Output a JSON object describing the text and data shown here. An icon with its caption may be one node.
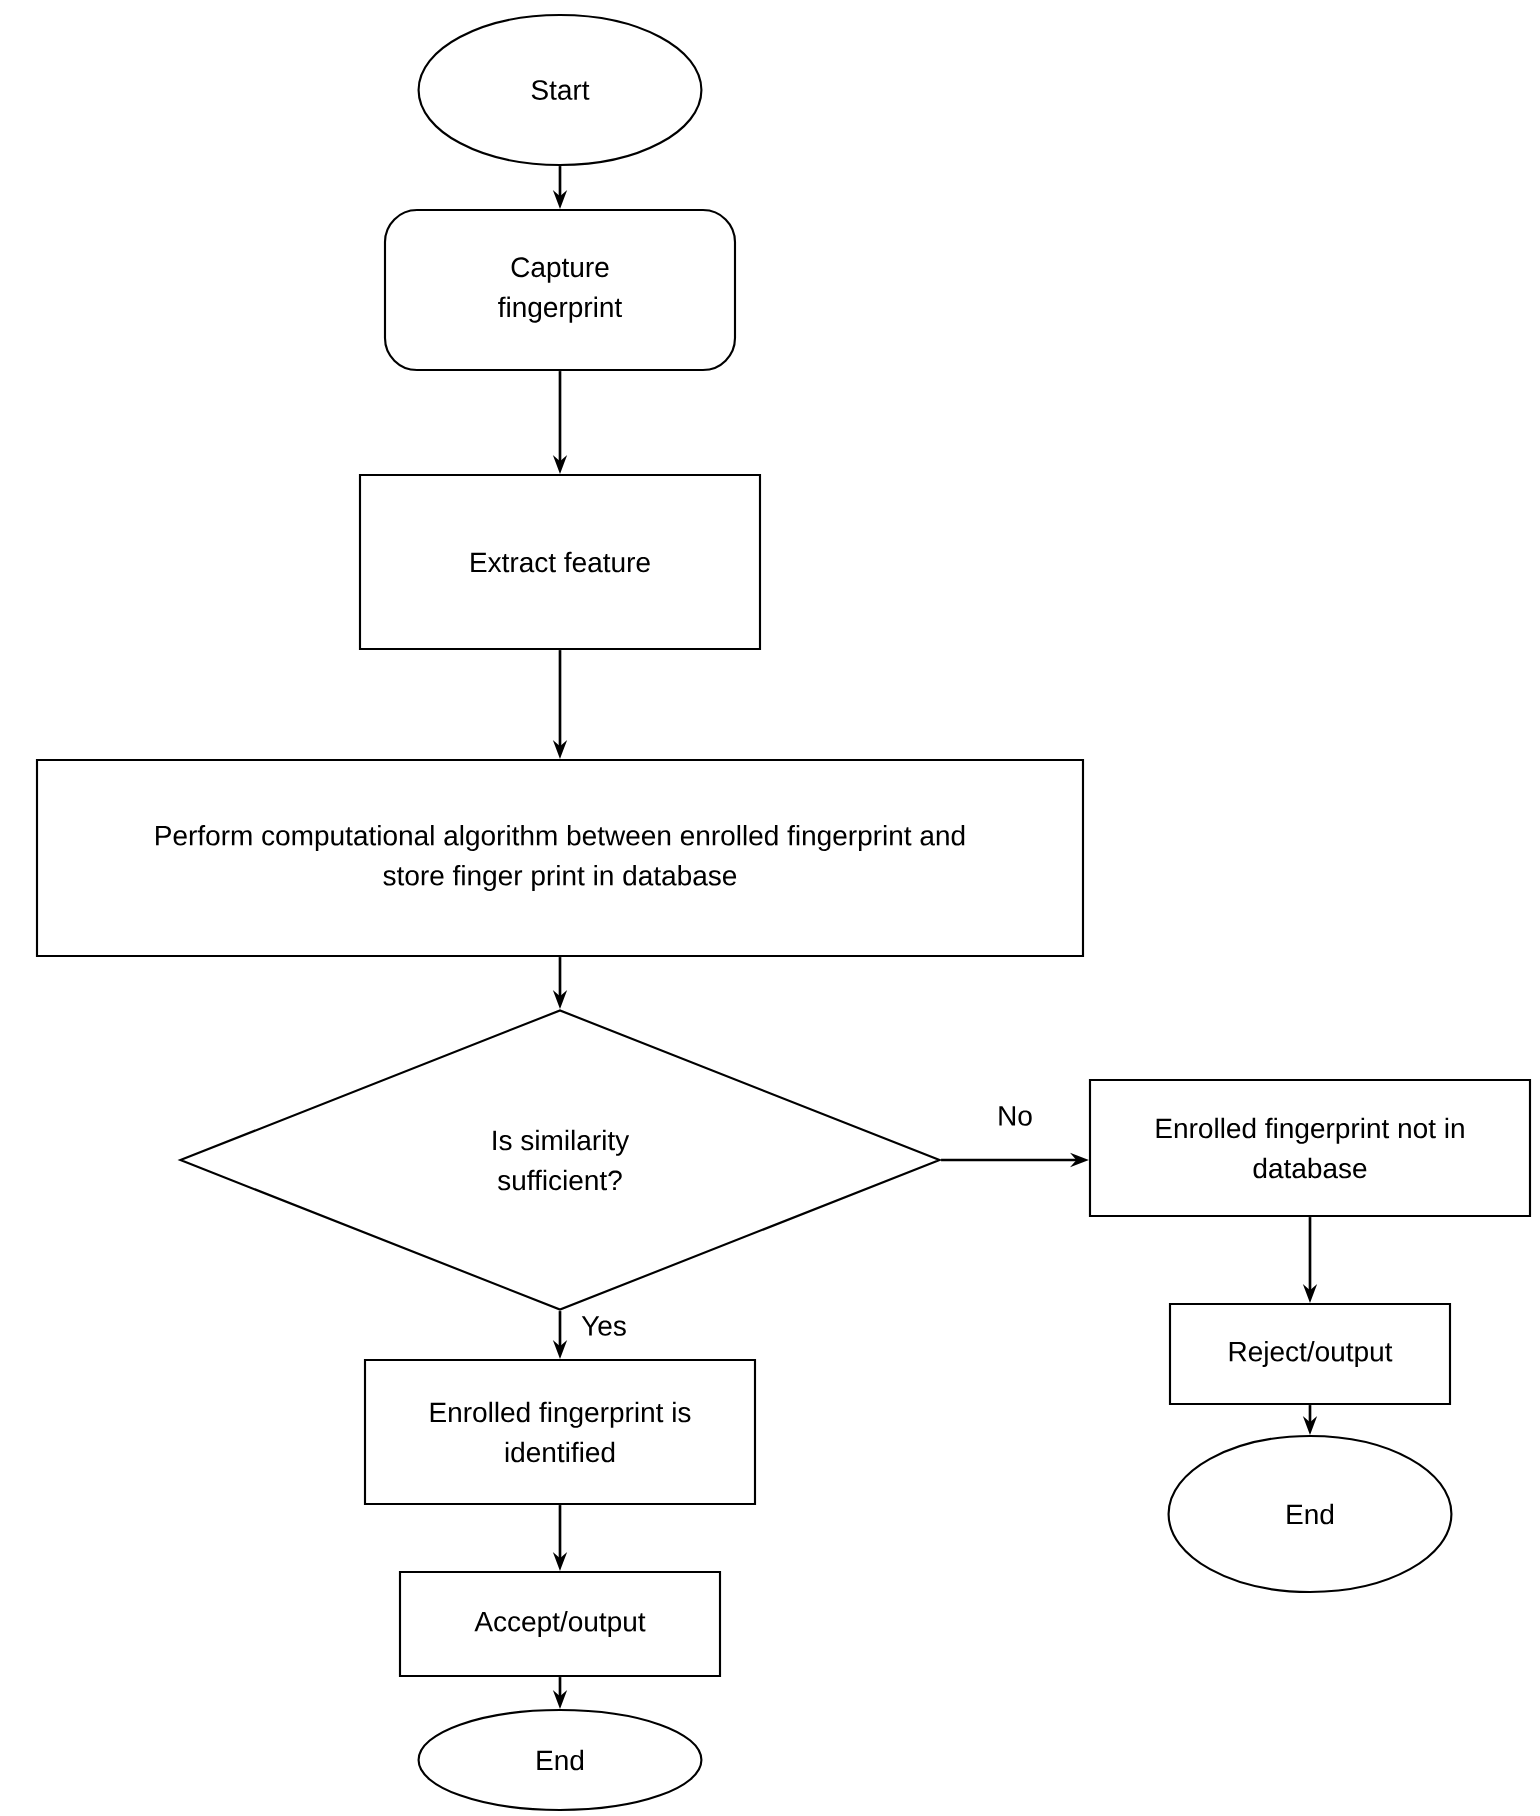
{
  "diagram": {
    "nodes": [
      {
        "text": [
          "Start"
        ]
      },
      {
        "text": [
          "Capture fingerprint"
        ]
      },
      {
        "text": [
          "Extract feature"
        ]
      },
      {
        "text": [
          "Perform computational algorithm between enrolled fingerprint and store finger print in database"
        ]
      },
      {
        "text": [
          "Is similarity sufficient?"
        ]
      },
      {
        "text": [
          "Enrolled fingerprint not in database"
        ]
      },
      {
        "text": [
          "Reject/output"
        ]
      },
      {
        "text": [
          "End"
        ]
      },
      {
        "text": [
          "Enrolled fingerprint is identified"
        ]
      },
      {
        "text": [
          "Accept/output"
        ]
      },
      {
        "text": [
          "End"
        ]
      }
    ],
    "edges": [
      {
        "from": 0,
        "to": 1,
        "arrow": "to"
      },
      {
        "from": 1,
        "to": 2,
        "arrow": "to"
      },
      {
        "from": 2,
        "to": 3,
        "arrow": "to"
      },
      {
        "from": 3,
        "to": 4,
        "arrow": "to"
      },
      {
        "from": 4,
        "to": 5,
        "arrow": "to",
        "label": "No"
      },
      {
        "from": 5,
        "to": 6,
        "arrow": "to"
      },
      {
        "from": 6,
        "to": 7,
        "arrow": "to"
      },
      {
        "from": 4,
        "to": 8,
        "arrow": "to",
        "label": "Yes"
      },
      {
        "from": 8,
        "to": 9,
        "arrow": "to"
      },
      {
        "from": 9,
        "to": 10,
        "arrow": "to"
      }
    ]
  }
}
